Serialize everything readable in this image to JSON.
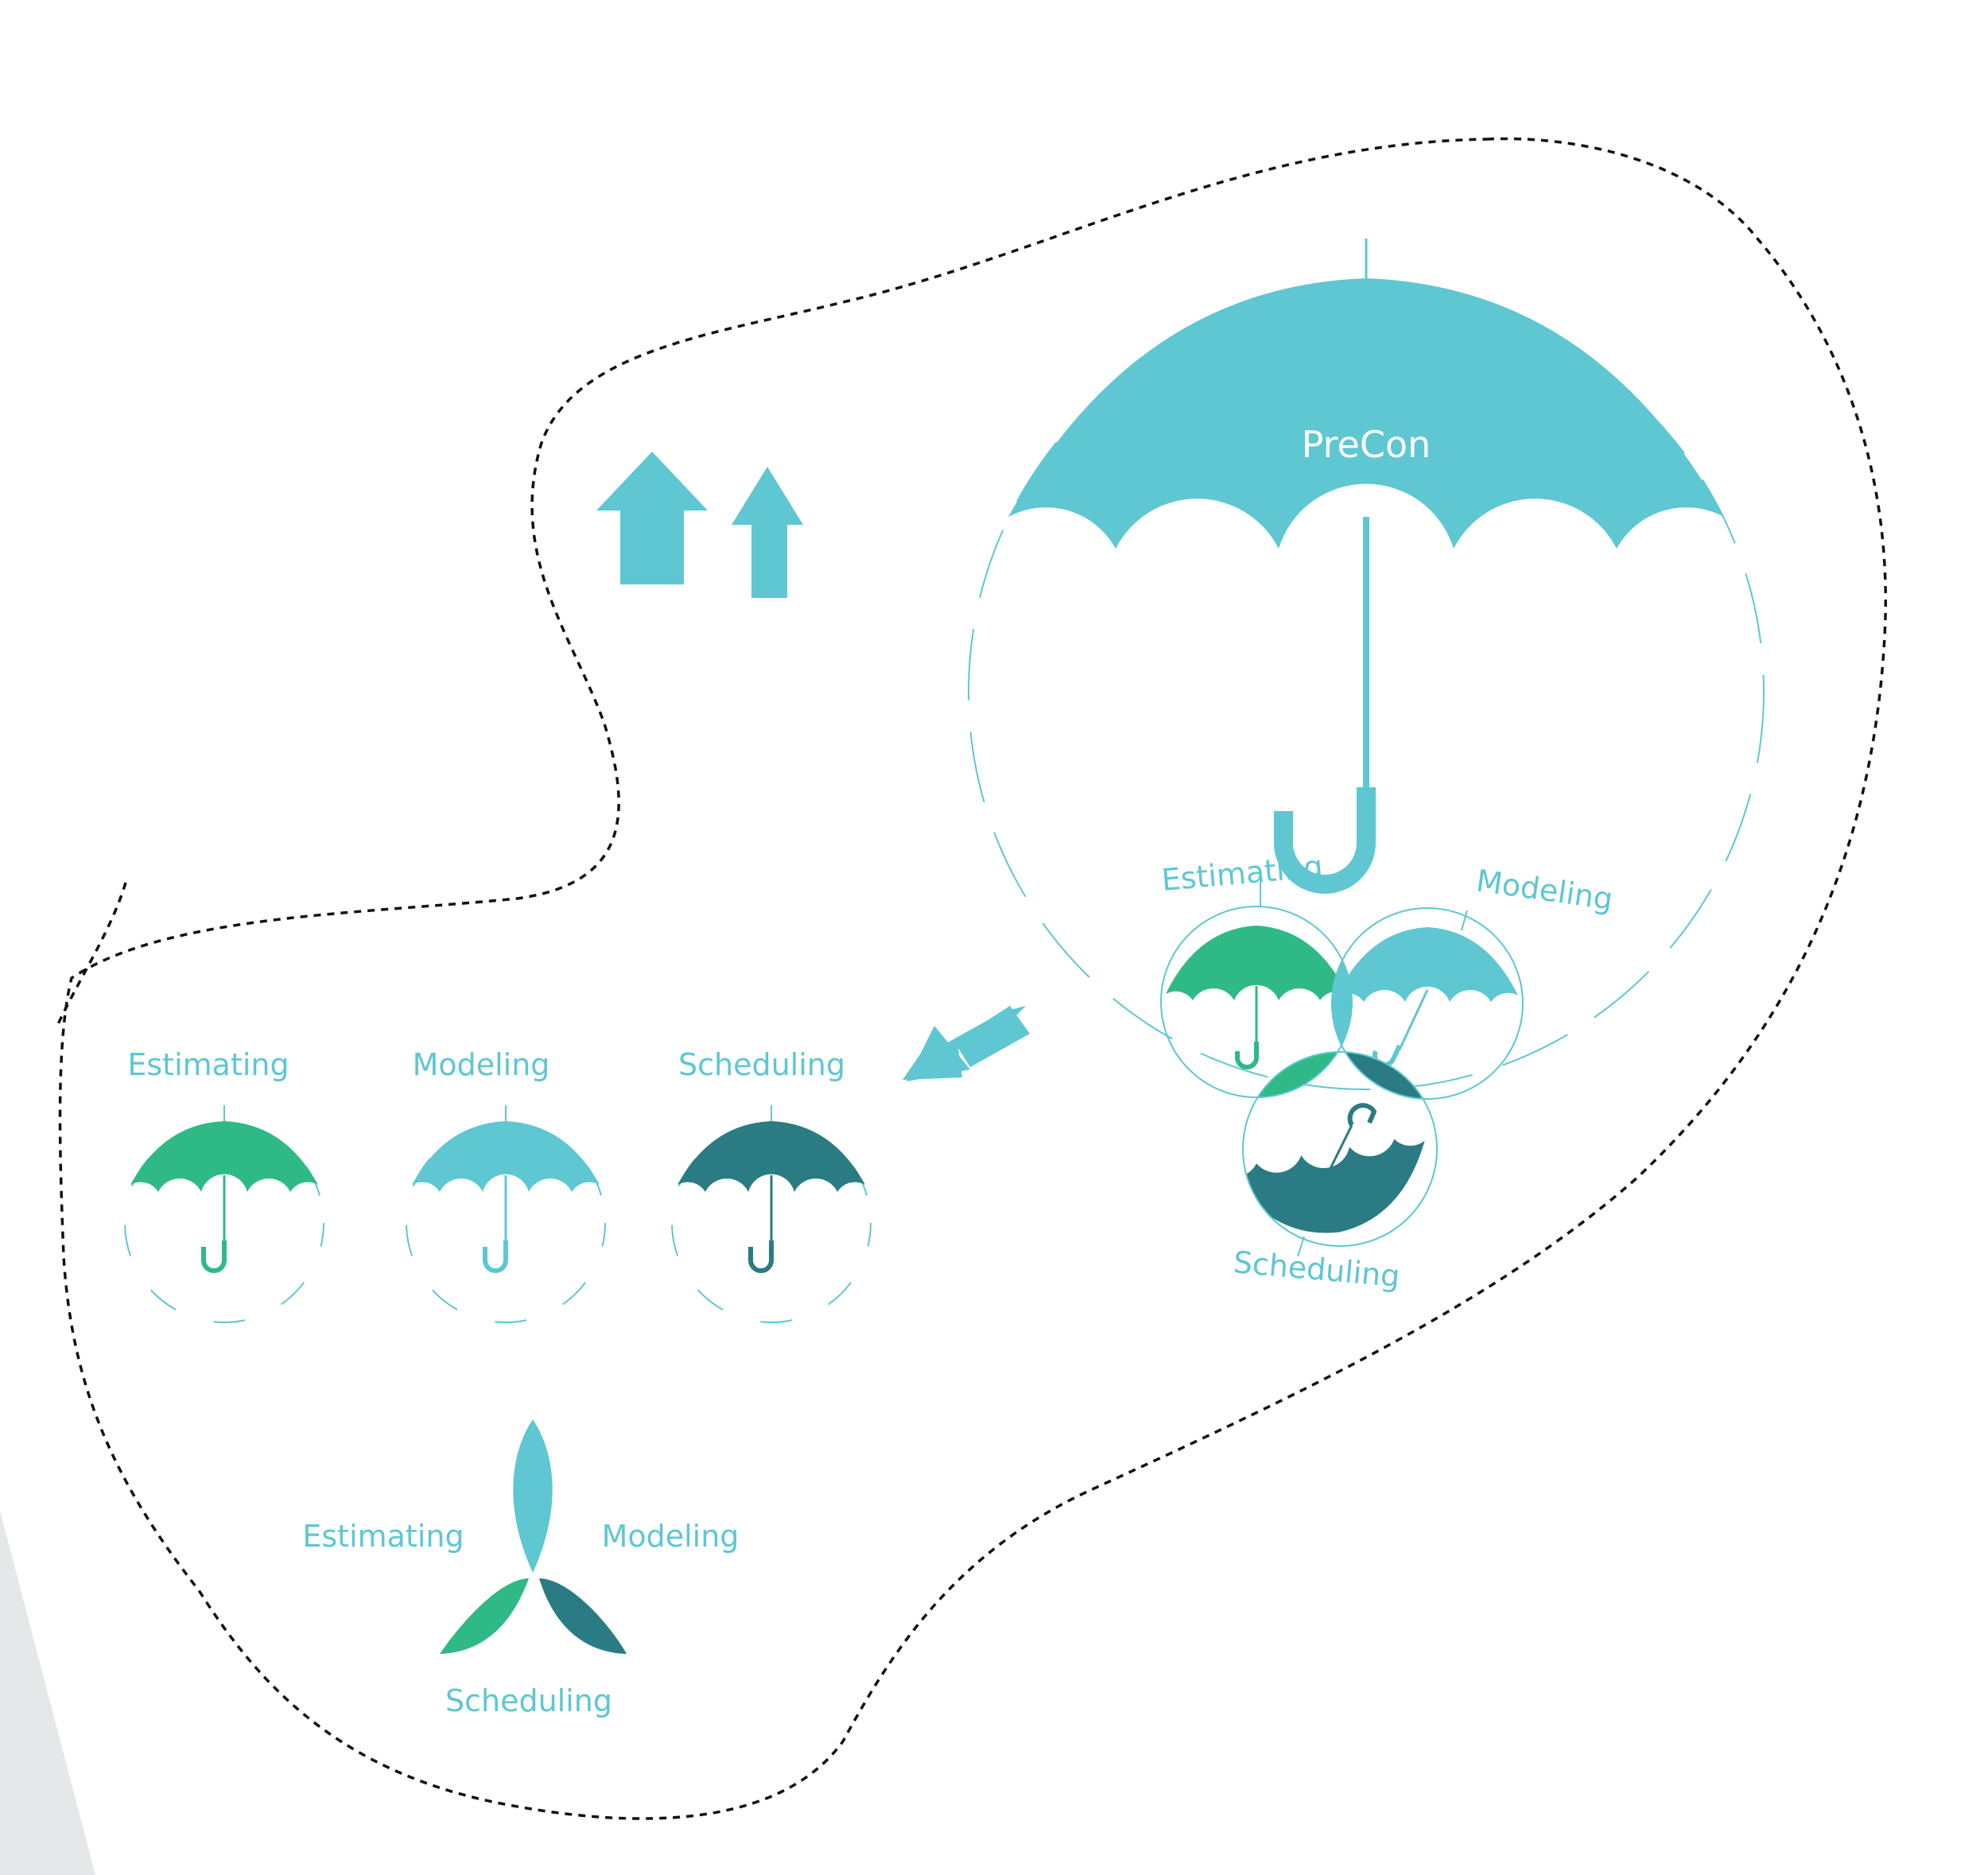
{
  "colors": {
    "cyan": "#5ec7d1",
    "green": "#2fb987",
    "teal": "#2a7b83",
    "outline": "#111111",
    "gray_band": "#e6e7e8",
    "white": "#ffffff"
  },
  "icons": {
    "up_arrows": "up-arrow-icon",
    "down_left_arrow": "down-left-arrow-icon",
    "umbrella": "umbrella-icon"
  },
  "main": {
    "label": "PreCon"
  },
  "venn": {
    "estimating": "Estimating",
    "modeling": "Modeling",
    "scheduling": "Scheduling"
  },
  "row": {
    "estimating": "Estimating",
    "modeling": "Modeling",
    "scheduling": "Scheduling"
  },
  "trefoil": {
    "estimating": "Estimating",
    "modeling": "Modeling",
    "scheduling": "Scheduling"
  }
}
